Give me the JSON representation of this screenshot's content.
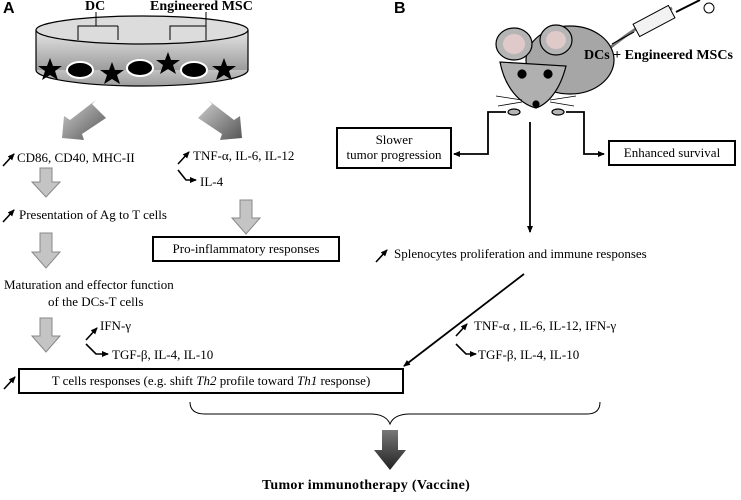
{
  "panels": {
    "a": "A",
    "b": "B"
  },
  "dish": {
    "dc_label": "DC",
    "msc_label": "Engineered MSC"
  },
  "mouse": {
    "injection_label": "DCs + Engineered MSCs"
  },
  "left": {
    "markers": "CD86, CD40, MHC-II",
    "presentation": "Presentation of Ag to T cells",
    "maturation_line1": "Maturation and effector function",
    "maturation_line2": "of the DCs-T cells",
    "ifn": "IFN-γ",
    "tgf": "TGF-β, IL-4, IL-10"
  },
  "middle": {
    "cytokines": "TNF-α, IL-6, IL-12",
    "il4": "IL-4",
    "pro_inflammatory": "Pro-inflammatory responses"
  },
  "right": {
    "slower_line1": "Slower",
    "slower_line2": "tumor progression",
    "survival": "Enhanced survival",
    "splenocytes": "Splenocytes proliferation and immune responses",
    "cytokines": "TNF-α , IL-6, IL-12, IFN-γ",
    "tgf": "TGF-β, IL-4, IL-10"
  },
  "tcell": {
    "prefix": "T cells responses (e.g. shift ",
    "th2": "Th2",
    "middle": " profile toward ",
    "th1": "Th1",
    "suffix": " response)"
  },
  "outcome": "Tumor immunotherapy (Vaccine)",
  "colors": {
    "ink": "#000000",
    "gray_arrow": "#b8b8b8",
    "dark_arrow": "#4a4a4a",
    "dish": "#c8c8c8",
    "mouse": "#a9a9a9"
  }
}
